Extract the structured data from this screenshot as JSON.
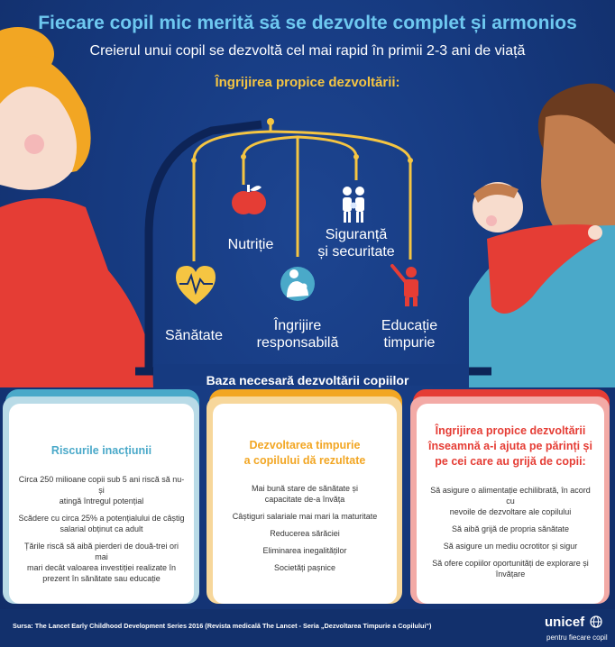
{
  "header": {
    "title": "Fiecare copil mic merită să se dezvolte complet și armonios",
    "subtitle": "Creierul unui copil se dezvoltă cel mai rapid în primii 2-3 ani de viață",
    "mobile_title": "Îngrijirea propice dezvoltării:"
  },
  "mobile_items": [
    {
      "label": "Nutriție",
      "icon": "apple-icon"
    },
    {
      "label": "Siguranță\nși securitate",
      "icon": "family-icon"
    },
    {
      "label": "Sănătate",
      "icon": "heart-pulse-icon"
    },
    {
      "label": "Îngrijire\nresponsabilă",
      "icon": "caregiver-icon"
    },
    {
      "label": "Educație\ntimpurie",
      "icon": "child-raising-hand-icon"
    }
  ],
  "base_label": "Baza necesară dezvoltării copiilor",
  "cards": [
    {
      "heading": "Riscurile inacțiunii",
      "accent": "#4aa9c9",
      "items": [
        "Circa 250 milioane copii sub 5 ani riscă să nu-și\natingă întregul potențial",
        "Scădere cu circa 25% a potențialului de câștig\nsalarial obținut ca adult",
        "Țările riscă să aibă pierderi de două-trei ori mai\nmari decât valoarea investiției realizate în\nprezent în sănătate sau educație"
      ]
    },
    {
      "heading": "Dezvoltarea timpurie\na copilului dă rezultate",
      "accent": "#f2a623",
      "items": [
        "Mai bună stare de sănătate și\ncapacitate de-a învăța",
        "Câștiguri salariale mai mari la maturitate",
        "Reducerea sărăciei",
        "Eliminarea inegalităților",
        "Societăți pașnice"
      ]
    },
    {
      "heading": "Îngrijirea propice dezvoltării\nînseamnă a-i ajuta pe părinți și\npe cei care au grijă de copii:",
      "accent": "#e53d35",
      "items": [
        "Să asigure o alimentație echilibrată, în acord cu\nnevoile de dezvoltare ale copilului",
        "Să aibă grijă de propria sănătate",
        "Să asigure un mediu ocrotitor și sigur",
        "Să ofere copiilor oportunități de explorare și\nînvățare"
      ]
    }
  ],
  "footer": {
    "source": "Sursa: The Lancet Early Childhood Development Series 2016 (Revista medicală The Lancet - Seria „Dezvoltarea Timpurie a Copilului\")",
    "brand": "unicef",
    "brand_tagline": "pentru fiecare copil"
  },
  "colors": {
    "title": "#6ec8f0",
    "gold": "#f5c542",
    "navy": "#14316f",
    "teal": "#4aa9c9",
    "orange": "#f2a623",
    "red": "#e53d35",
    "skin": "#f7dccd"
  }
}
